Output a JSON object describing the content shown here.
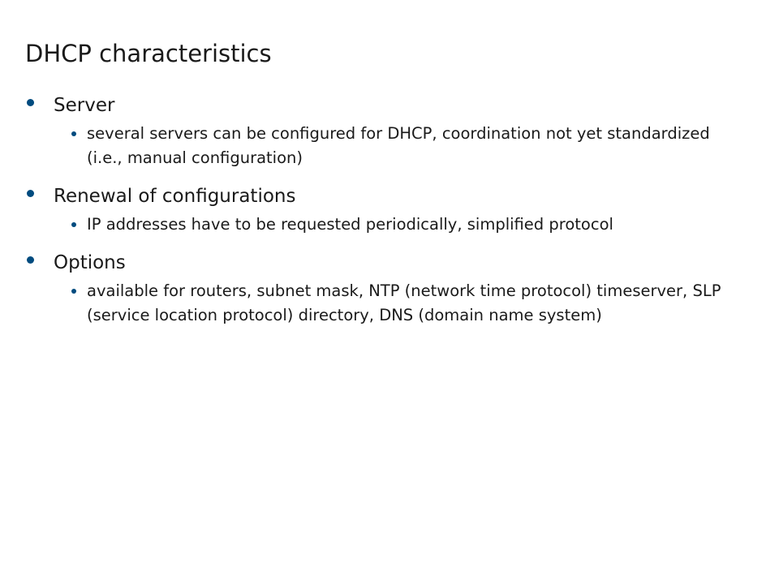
{
  "title": "DHCP characteristics",
  "sections": [
    {
      "heading": "Server",
      "detail": "several servers can be configured for DHCP, coordination not yet standardized (i.e., manual configuration)"
    },
    {
      "heading": "Renewal of configurations",
      "detail": "IP addresses have to be requested periodically, simplified protocol"
    },
    {
      "heading": "Options",
      "detail": "available for routers, subnet mask, NTP (network time protocol) timeserver, SLP (service location protocol) directory, DNS (domain name system)"
    }
  ],
  "colors": {
    "bullet": "#004b7f",
    "text": "#1a1a1a",
    "background": "#ffffff"
  }
}
